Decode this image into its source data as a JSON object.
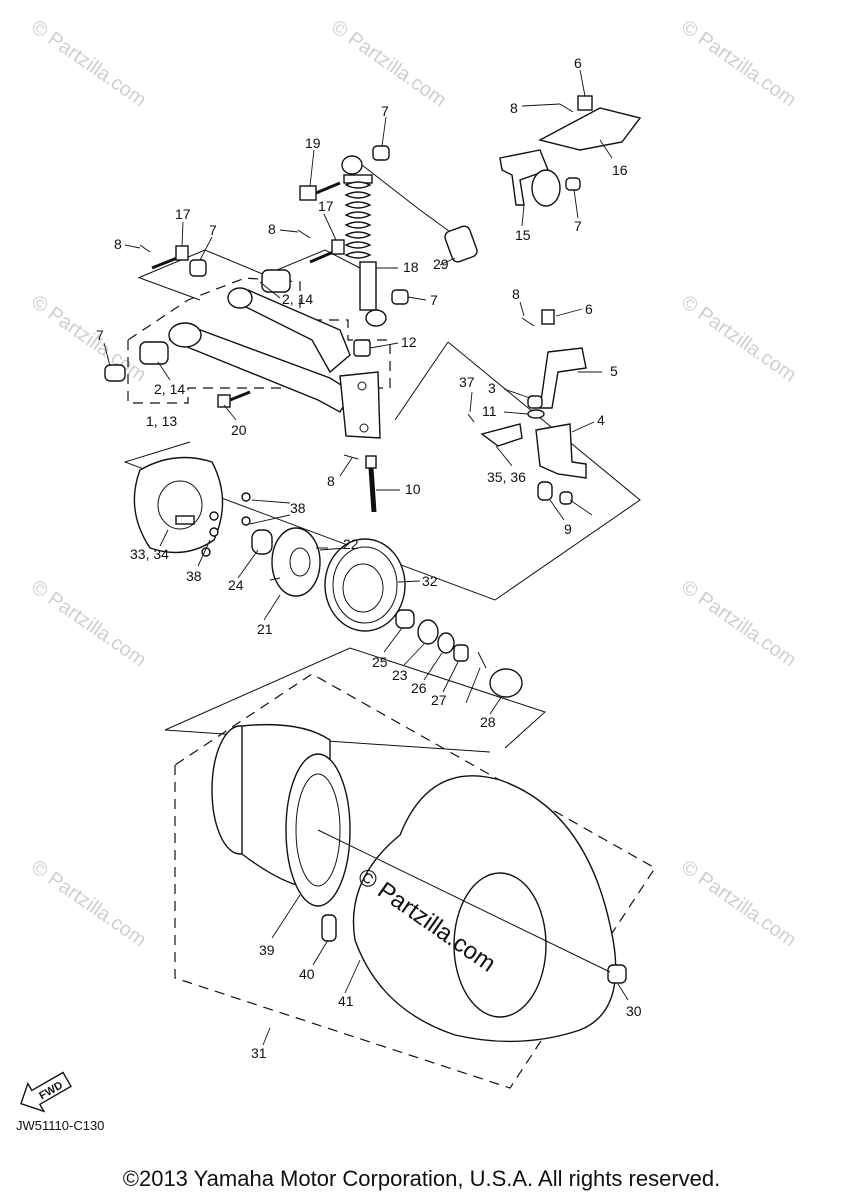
{
  "watermark": "© Partzilla.com",
  "watermark_center": "© Partzilla.com",
  "fwd_label": "FWD",
  "diagram_code": "JW51110-C130",
  "copyright": "©2013 Yamaha Motor Corporation, U.S.A. All rights reserved.",
  "callouts": [
    "1, 13",
    "2, 14",
    "2, 14",
    "3",
    "4",
    "5",
    "6",
    "6",
    "7",
    "7",
    "7",
    "7",
    "7",
    "8",
    "8",
    "8",
    "8",
    "8",
    "9",
    "10",
    "11",
    "12",
    "15",
    "16",
    "17",
    "17",
    "18",
    "19",
    "20",
    "21",
    "22",
    "23",
    "24",
    "25",
    "26",
    "27",
    "28",
    "29",
    "30",
    "31",
    "32",
    "33, 34",
    "35, 36",
    "37",
    "38",
    "38",
    "39",
    "40",
    "41"
  ]
}
